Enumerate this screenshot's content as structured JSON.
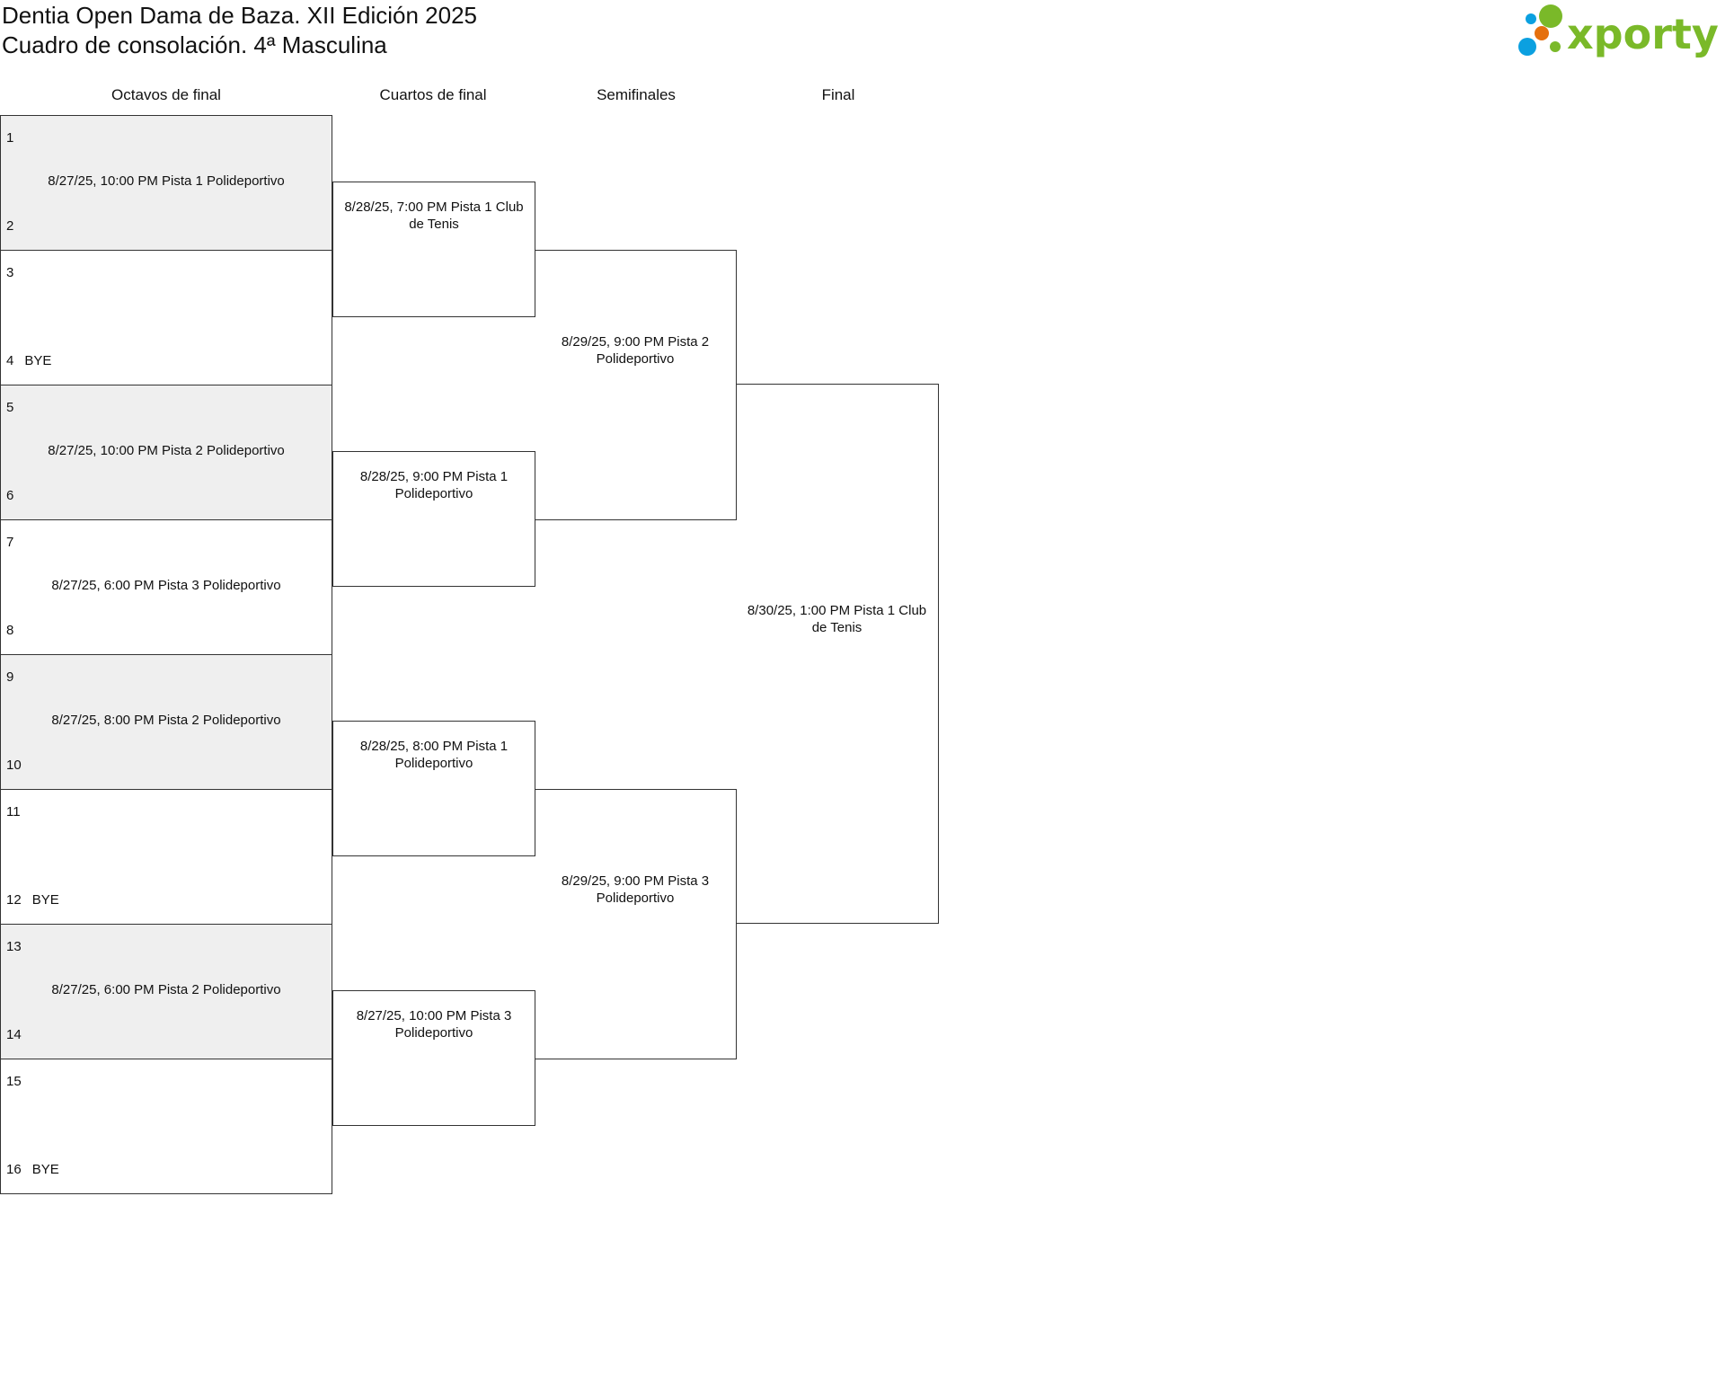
{
  "header": {
    "title": "Dentia Open Dama de Baza. XII Edición 2025",
    "subtitle": "Cuadro de consolación. 4ª Masculina",
    "logo_text": "xporty"
  },
  "colors": {
    "logo_green": "#7ab929",
    "logo_blue": "#0ba0e0",
    "logo_orange": "#e5700e",
    "shade": "#efefef"
  },
  "rounds": [
    "Octavos de final",
    "Cuartos de final",
    "Semifinales",
    "Final"
  ],
  "octavos": [
    {
      "top_seed": "1",
      "top_name": "",
      "bottom_seed": "2",
      "bottom_name": "",
      "info": "8/27/25, 10:00 PM Pista 1 Polideportivo"
    },
    {
      "top_seed": "3",
      "top_name": "",
      "bottom_seed": "4",
      "bottom_name": "BYE",
      "info": ""
    },
    {
      "top_seed": "5",
      "top_name": "",
      "bottom_seed": "6",
      "bottom_name": "",
      "info": "8/27/25, 10:00 PM Pista 2 Polideportivo"
    },
    {
      "top_seed": "7",
      "top_name": "",
      "bottom_seed": "8",
      "bottom_name": "",
      "info": "8/27/25, 6:00 PM Pista 3 Polideportivo"
    },
    {
      "top_seed": "9",
      "top_name": "",
      "bottom_seed": "10",
      "bottom_name": "",
      "info": "8/27/25, 8:00 PM Pista 2 Polideportivo"
    },
    {
      "top_seed": "11",
      "top_name": "",
      "bottom_seed": "12",
      "bottom_name": "BYE",
      "info": ""
    },
    {
      "top_seed": "13",
      "top_name": "",
      "bottom_seed": "14",
      "bottom_name": "",
      "info": "8/27/25, 6:00 PM Pista 2 Polideportivo"
    },
    {
      "top_seed": "15",
      "top_name": "",
      "bottom_seed": "16",
      "bottom_name": "BYE",
      "info": ""
    }
  ],
  "cuartos": [
    {
      "info": "8/28/25, 7:00 PM Pista 1 Club de Tenis"
    },
    {
      "info": "8/28/25, 9:00 PM Pista 1 Polideportivo"
    },
    {
      "info": "8/28/25, 8:00 PM Pista 1 Polideportivo"
    },
    {
      "info": "8/27/25, 10:00 PM Pista 3 Polideportivo"
    }
  ],
  "semis": [
    {
      "info": "8/29/25, 9:00 PM Pista 2 Polideportivo"
    },
    {
      "info": "8/29/25, 9:00 PM Pista 3 Polideportivo"
    }
  ],
  "final": {
    "info": "8/30/25, 1:00 PM Pista 1 Club de Tenis"
  }
}
